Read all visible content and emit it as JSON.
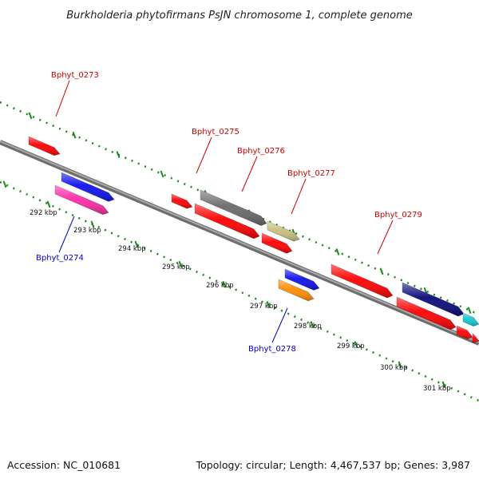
{
  "title": "Burkholderia phytofirmans PsJN chromosome 1, complete genome",
  "accession": "Accession: NC_010681",
  "topology": "Topology: circular; Length: 4,467,537 bp; Genes: 3,987",
  "ruler_labels": [
    "292 kbp",
    "293 kbp",
    "294 kbp",
    "295 kbp",
    "296 kbp",
    "297 kbp",
    "298 kbp",
    "299 kbp",
    "300 kbp",
    "301 kbp"
  ],
  "gene_labels": [
    {
      "text": "Bphyt_0273",
      "strand": "forward",
      "color": "#d00000"
    },
    {
      "text": "Bphyt_0274",
      "strand": "reverse",
      "color": "#0000cc"
    },
    {
      "text": "Bphyt_0275",
      "strand": "forward",
      "color": "#d00000"
    },
    {
      "text": "Bphyt_0276",
      "strand": "forward",
      "color": "#d00000"
    },
    {
      "text": "Bphyt_0277",
      "strand": "forward",
      "color": "#d00000"
    },
    {
      "text": "Bphyt_0278",
      "strand": "reverse",
      "color": "#0000cc"
    },
    {
      "text": "Bphyt_0279",
      "strand": "forward",
      "color": "#d00000"
    }
  ],
  "colors": {
    "backbone": "#8c8c8c",
    "tick": "#1a8a1a",
    "red_gene": "#ff0000",
    "blue_gene": "#1010ee",
    "magenta_gene": "#ff2aa6",
    "grey_gene": "#6a6a6a",
    "olive_gene": "#c8c07c",
    "orange_gene": "#ff8c00",
    "navy_gene": "#0a0a7a",
    "cyan_gene": "#10c8d0"
  }
}
